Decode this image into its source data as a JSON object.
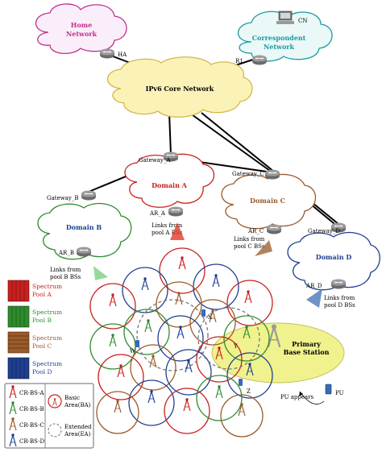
{
  "clouds": {
    "home": "Home Network",
    "home_l1": "Home",
    "home_l2": "Network",
    "correspondent_l1": "Correspondent",
    "correspondent_l2": "Network",
    "core": "IPv6 Core Network",
    "domain_a": "Domain A",
    "domain_b": "Domain B",
    "domain_c": "Domain C",
    "domain_d": "Domain D"
  },
  "routers": {
    "ha": "HA",
    "r1": "R1",
    "cn": "CN",
    "gateway_a": "Gateway_A",
    "gateway_b": "Gateway_B",
    "gateway_c": "Gateway_C",
    "gateway_d": "Gateway_D",
    "ar_a": "AR_A",
    "ar_b": "AR_B",
    "ar_c": "AR_C",
    "ar_d": "AR_D"
  },
  "links": {
    "a_l1": "Links from",
    "a_l2": "pool A BSs",
    "b_l1": "Links from",
    "b_l2": "pool B BSs",
    "c_l1": "Links from",
    "c_l2": "pool C BSs",
    "d_l1": "Links from",
    "d_l2": "pool D BSs"
  },
  "primary_bs": {
    "l1": "Primary",
    "l2": "Base Station"
  },
  "pu": {
    "label": "PU",
    "appears": "PU appears"
  },
  "markers": {
    "x": "X",
    "w": "W",
    "y": "Y",
    "z": "Z"
  },
  "legend": {
    "pools": [
      {
        "l1": "Spectrum",
        "l2": "Pool A",
        "color": "#c8201e"
      },
      {
        "l1": "Spectrum",
        "l2": "Pool B",
        "color": "#2e8b2e"
      },
      {
        "l1": "Spectrum",
        "l2": "Pool C",
        "color": "#9a5a2a"
      },
      {
        "l1": "Spectrum",
        "l2": "Pool D",
        "color": "#1f3f8f"
      }
    ],
    "bs": [
      "CR-BS-A",
      "CR-BS-B",
      "CR-BS-C",
      "CR-BS-D"
    ],
    "basic_l1": "Basic",
    "basic_l2": "Area(BA)",
    "extended_l1": "Extended",
    "extended_l2": "Area(EA)"
  },
  "colors": {
    "pool_a": "#c8201e",
    "pool_b": "#2e8b2e",
    "pool_c": "#9a5a2a",
    "pool_d": "#1f3f8f",
    "core_fill": "#fbf2b8",
    "primary_fill": "#eef07a"
  }
}
